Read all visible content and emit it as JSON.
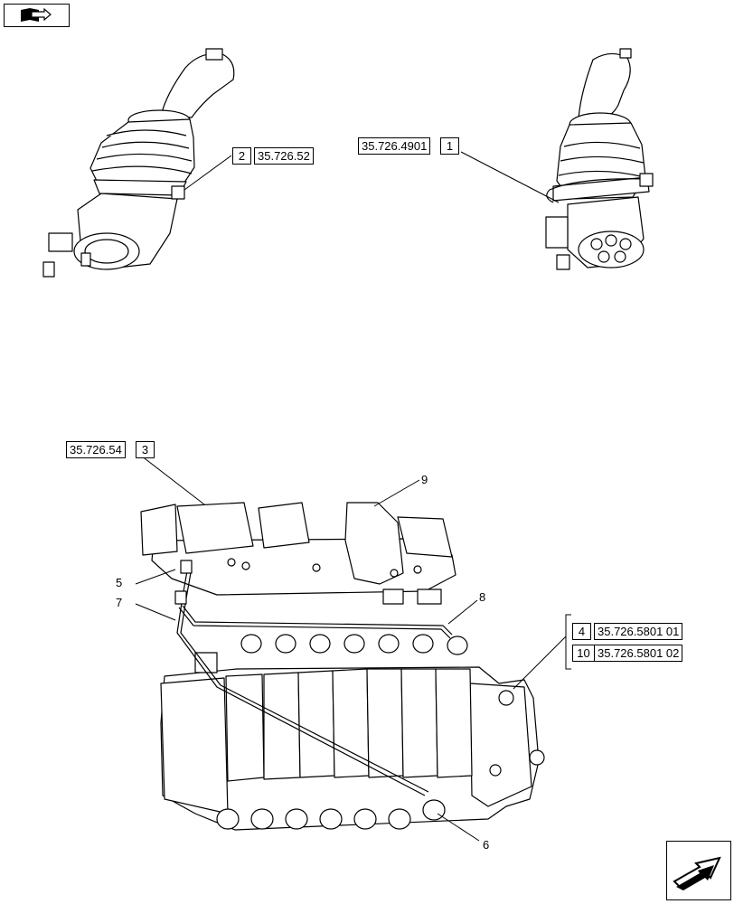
{
  "diagram": {
    "references": [
      {
        "item": "2",
        "code": "35.726.52"
      },
      {
        "item": "1",
        "code": "35.726.4901"
      },
      {
        "item": "3",
        "code": "35.726.54"
      },
      {
        "item": "4",
        "code": "35.726.5801 01"
      },
      {
        "item": "10",
        "code": "35.726.5801 02"
      }
    ],
    "callouts": {
      "c5": "5",
      "c6": "6",
      "c7": "7",
      "c8": "8",
      "c9": "9"
    }
  },
  "navigation": {
    "top_left_icon": "book-arrow-icon",
    "bottom_right_icon": "next-page-arrow-icon"
  }
}
